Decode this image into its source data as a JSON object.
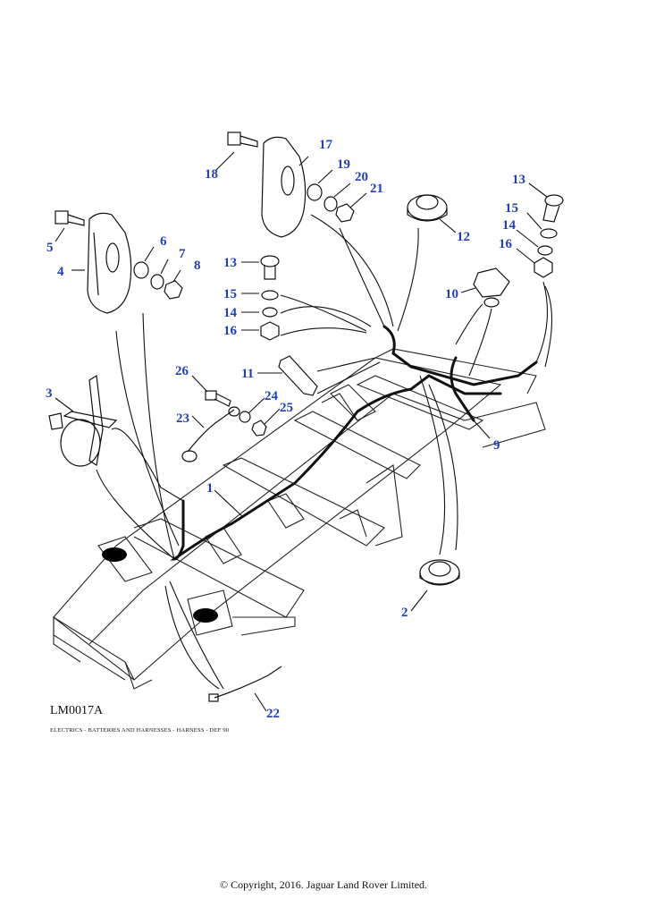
{
  "diagram": {
    "reference_code": "LM0017A",
    "caption": "ELECTRICS - BATTERIES AND  HARNESSES - HARNESS - DEF 90",
    "copyright": "© Copyright, 2016. Jaguar Land Rover Limited.",
    "callouts": [
      "1",
      "2",
      "3",
      "4",
      "5",
      "6",
      "7",
      "8",
      "9",
      "10",
      "11",
      "12",
      "13",
      "15",
      "14",
      "16",
      "17",
      "18",
      "19",
      "20",
      "21",
      "13",
      "15",
      "14",
      "16",
      "22",
      "23",
      "24",
      "25",
      "26"
    ],
    "colors": {
      "callout": "#1f3fbf",
      "line": "#111111"
    }
  }
}
